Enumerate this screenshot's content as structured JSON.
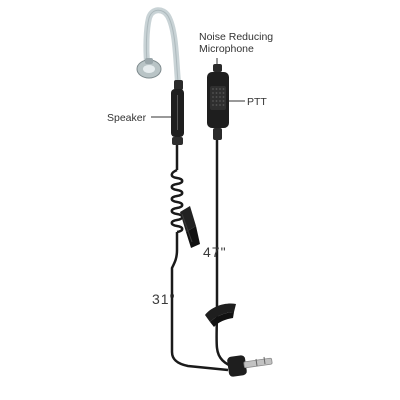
{
  "labels": {
    "mic_line1": "Noise Reducing",
    "mic_line2": "Microphone",
    "ptt": "PTT",
    "speaker": "Speaker",
    "length_long": "47\"",
    "length_short": "31\""
  },
  "colors": {
    "cable": "#1a1a1a",
    "tube": "#c9d3d6",
    "earbud": "#b9c4c6",
    "background": "#ffffff"
  }
}
